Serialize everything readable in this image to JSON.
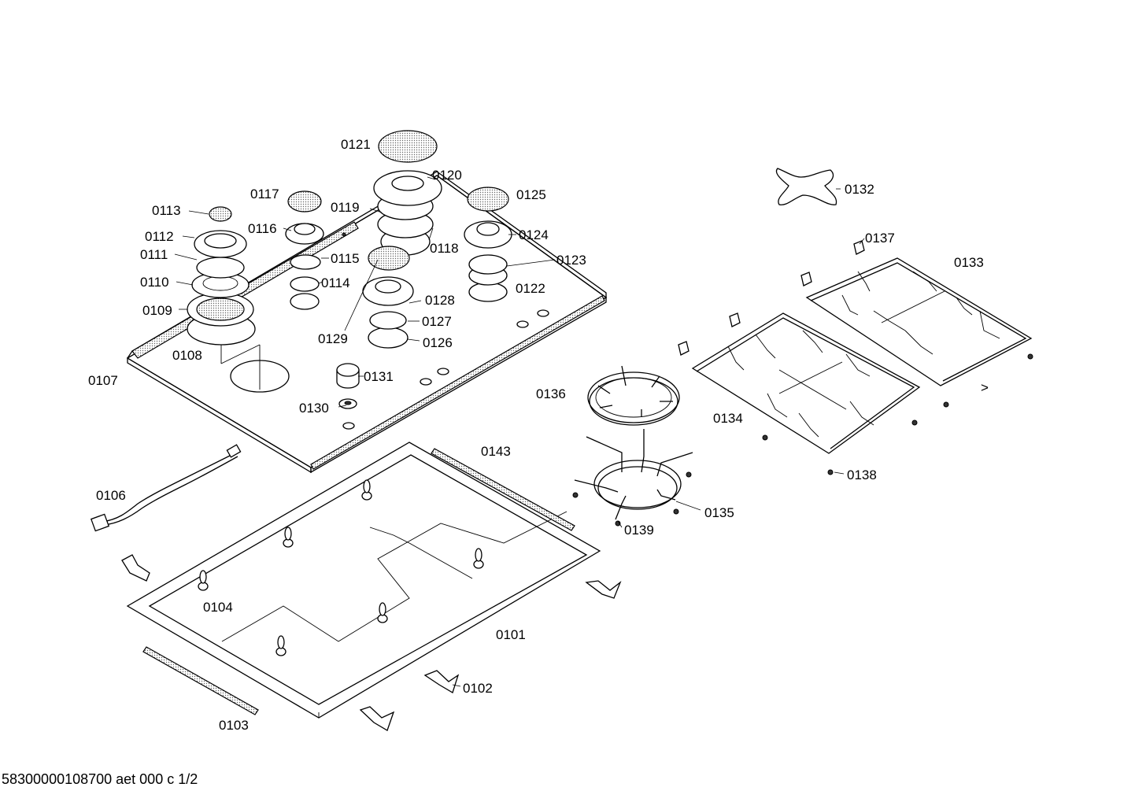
{
  "labels": {
    "p0101": "0101",
    "p0102": "0102",
    "p0103": "0103",
    "p0104": "0104",
    "p0106": "0106",
    "p0107": "0107",
    "p0108": "0108",
    "p0109": "0109",
    "p0110": "0110",
    "p0111": "0111",
    "p0112": "0112",
    "p0113": "0113",
    "p0114": "0114",
    "p0115": "0115",
    "p0116": "0116",
    "p0117": "0117",
    "p0118": "0118",
    "p0119": "0119",
    "p0120": "0120",
    "p0121": "0121",
    "p0122": "0122",
    "p0123": "0123",
    "p0124": "0124",
    "p0125": "0125",
    "p0126": "0126",
    "p0127": "0127",
    "p0128": "0128",
    "p0129": "0129",
    "p0130": "0130",
    "p0131": "0131",
    "p0132": "0132",
    "p0133": "0133",
    "p0134": "0134",
    "p0135": "0135",
    "p0136": "0136",
    "p0137": "0137",
    "p0138": "0138",
    "p0139": "0139",
    "p0143": "0143"
  },
  "footer": {
    "doc_id": "58300000108700 aet 000 c 1/2"
  }
}
